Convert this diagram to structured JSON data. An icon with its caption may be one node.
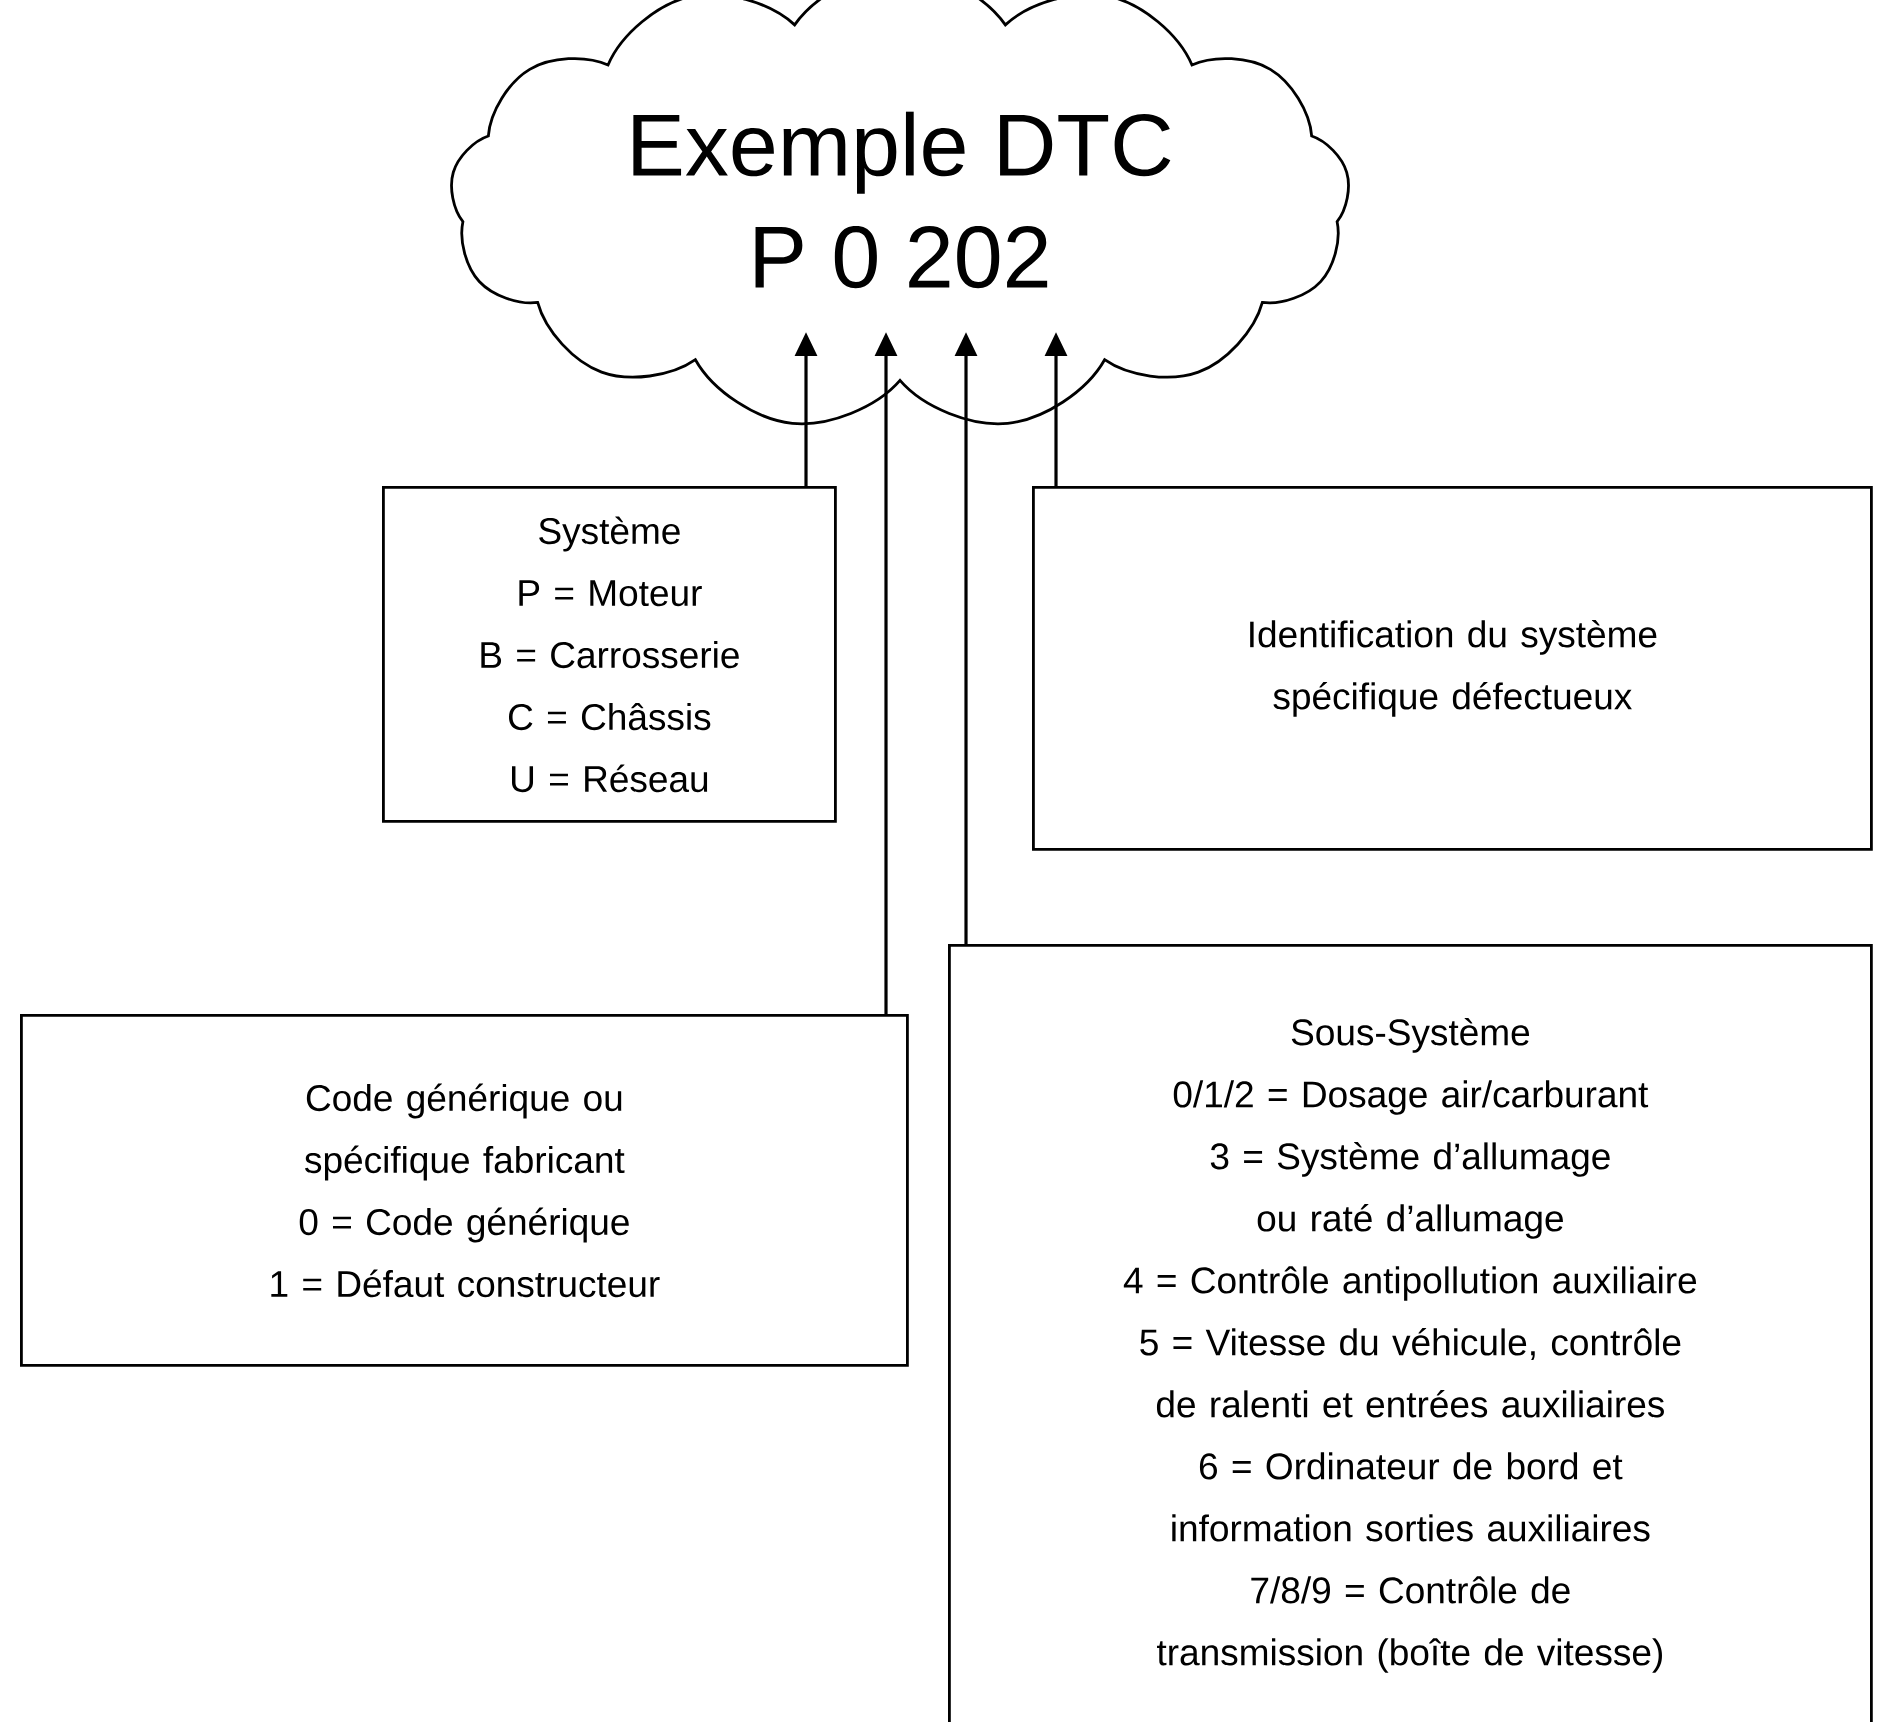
{
  "diagram": {
    "nodes": [
      {
        "text": [
          "Exemple DTC",
          "P 0 202"
        ]
      },
      {
        "text": [
          "Système",
          "P = Moteur",
          "B = Carrosserie",
          "C = Châssis",
          "U = Réseau"
        ]
      },
      {
        "text": [
          "Identification du système spécifique défectueux"
        ]
      },
      {
        "text": [
          "Code générique ou spécifique fabricant",
          "0 = Code générique",
          "1 = Défaut constructeur"
        ]
      },
      {
        "text": [
          "Sous-Système",
          "0/1/2 = Dosage air/carburant",
          "3 = Système d’allumage ou raté d’allumage",
          "4 = Contrôle antipollution auxiliaire",
          "5 = Vitesse du véhicule, contrôle de ralenti et entrées auxiliaires",
          "6 = Ordinateur de bord et information sorties auxiliaires",
          "7/8/9 = Contrôle de transmission (boîte de vitesse)"
        ]
      }
    ],
    "edges": [
      {
        "from": 1,
        "to": 0,
        "arrow": "to"
      },
      {
        "from": 3,
        "to": 0,
        "arrow": "to"
      },
      {
        "from": 4,
        "to": 0,
        "arrow": "to"
      },
      {
        "from": 2,
        "to": 0,
        "arrow": "to"
      }
    ]
  }
}
